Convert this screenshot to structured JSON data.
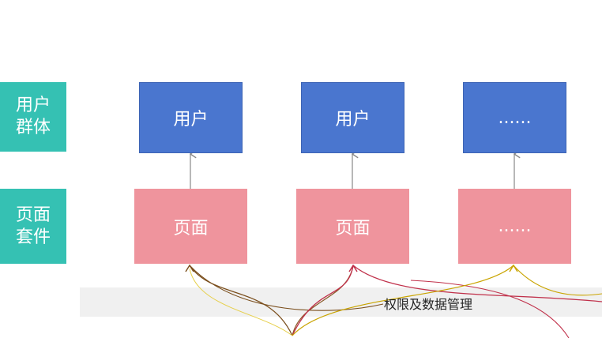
{
  "rows": {
    "user_group_label": "用户\n群体",
    "page_suite_label": "页面\n套件"
  },
  "user_boxes": [
    "用户",
    "用户",
    "......"
  ],
  "page_boxes": [
    "页面",
    "页面",
    "......"
  ],
  "band": {
    "label": "权限及数据管理"
  },
  "colors": {
    "teal": "#35c1b3",
    "blue": "#4a76cf",
    "pink": "#ef949d",
    "brown": "#7a4e1c",
    "red": "#c0304a",
    "gold": "#c9a400"
  }
}
